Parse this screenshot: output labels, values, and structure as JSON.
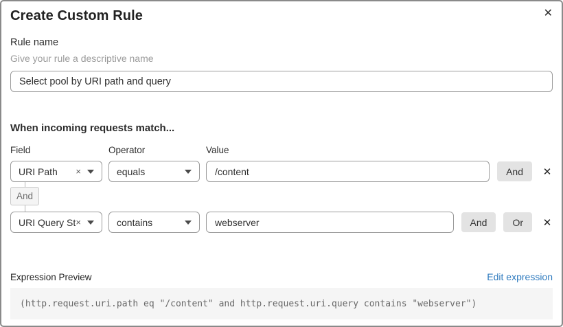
{
  "dialog": {
    "title": "Create Custom Rule",
    "close_icon": "✕"
  },
  "rule_name": {
    "label": "Rule name",
    "helper": "Give your rule a descriptive name",
    "value": "Select pool by URI path and query"
  },
  "conditions": {
    "heading": "When incoming requests match...",
    "column_labels": {
      "field": "Field",
      "operator": "Operator",
      "value": "Value"
    },
    "rows": [
      {
        "field": "URI Path",
        "operator": "equals",
        "value": "/content",
        "buttons": [
          "And"
        ]
      },
      {
        "field": "URI Query St...",
        "operator": "contains",
        "value": "webserver",
        "buttons": [
          "And",
          "Or"
        ]
      }
    ],
    "connector_label": "And",
    "clear_icon": "×",
    "remove_icon": "✕"
  },
  "expression": {
    "label": "Expression Preview",
    "edit_link": "Edit expression",
    "preview": "(http.request.uri.path eq \"/content\" and http.request.uri.query contains \"webserver\")"
  },
  "colors": {
    "link_blue": "#2f7bbf",
    "button_bg": "#e3e3e3",
    "code_bg": "#f5f5f5",
    "border_gray": "#9a9a9a"
  }
}
